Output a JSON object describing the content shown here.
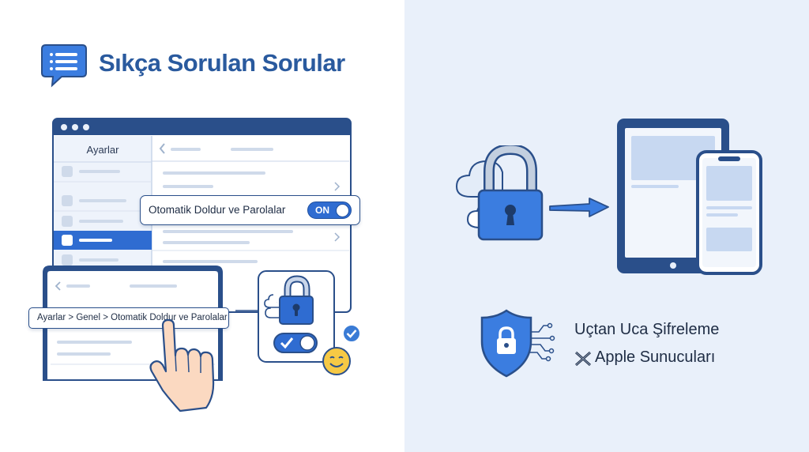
{
  "faq": {
    "title": "Sıkça Sorulan Sorular",
    "icon": "chat-list-icon"
  },
  "settings_window": {
    "sidebar_title": "Ayarlar"
  },
  "autofill_row": {
    "label": "Otomatik Doldur ve Parolalar",
    "toggle_label": "ON"
  },
  "breadcrumb": {
    "text": "Ayarlar > Genel > Otomatik Doldur ve Parolalar"
  },
  "encryption": {
    "e2e_label": "Uçtan Uca Şifreleme",
    "servers_label": "Apple Sunucuları",
    "servers_mark": "cross-mark-icon"
  },
  "colors": {
    "primary_blue": "#2f6cd1",
    "dark_navy": "#2a4f8a",
    "title_blue": "#2a5a9e",
    "light_panel": "#e9f0fa",
    "check_blue": "#3a7bd5",
    "smiley_yellow": "#f6c945"
  }
}
